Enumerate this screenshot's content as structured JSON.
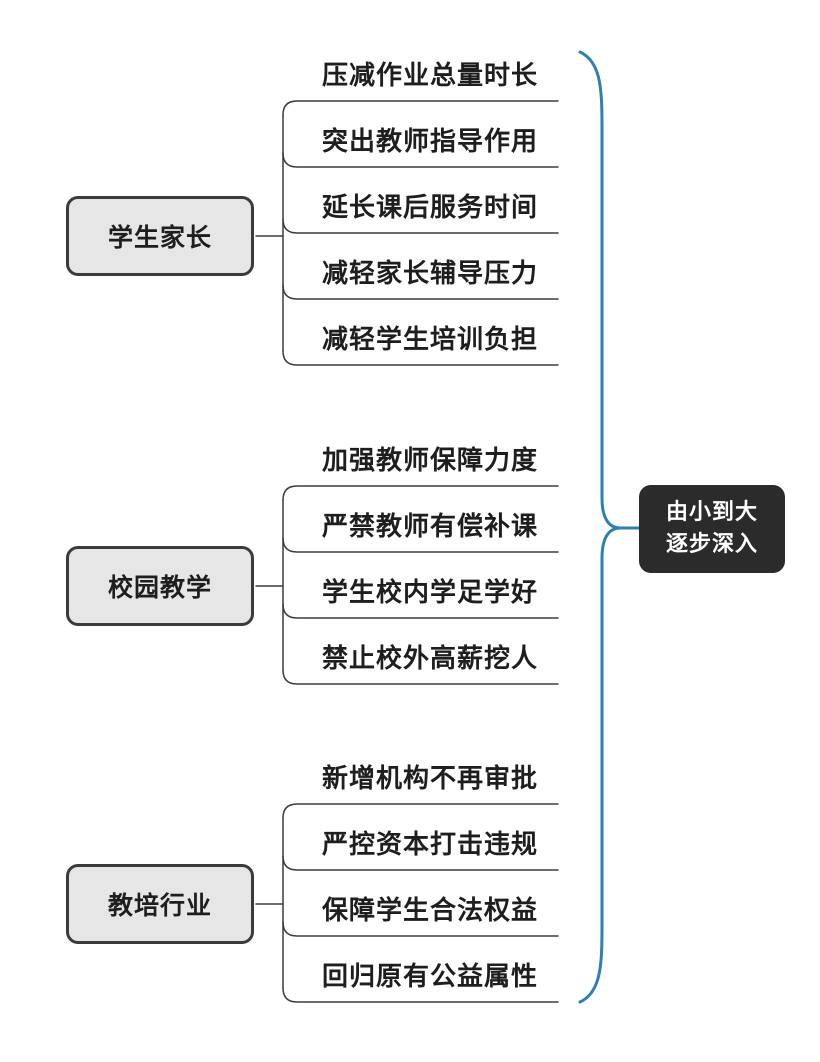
{
  "groups": [
    {
      "label": "学生家长",
      "items": [
        "压减作业总量时长",
        "突出教师指导作用",
        "延长课后服务时间",
        "减轻家长辅导压力",
        "减轻学生培训负担"
      ]
    },
    {
      "label": "校园教学",
      "items": [
        "加强教师保障力度",
        "严禁教师有偿补课",
        "学生校内学足学好",
        "禁止校外高薪挖人"
      ]
    },
    {
      "label": "教培行业",
      "items": [
        "新增机构不再审批",
        "严控资本打击违规",
        "保障学生合法权益",
        "回归原有公益属性"
      ]
    }
  ],
  "summary": {
    "line1": "由小到大",
    "line2": "逐步深入"
  },
  "colors": {
    "connector": "#3b3b3b",
    "brace": "#2f7fb3",
    "node_fill": "#e6e6e6",
    "summary_fill": "#2b2b2b"
  }
}
